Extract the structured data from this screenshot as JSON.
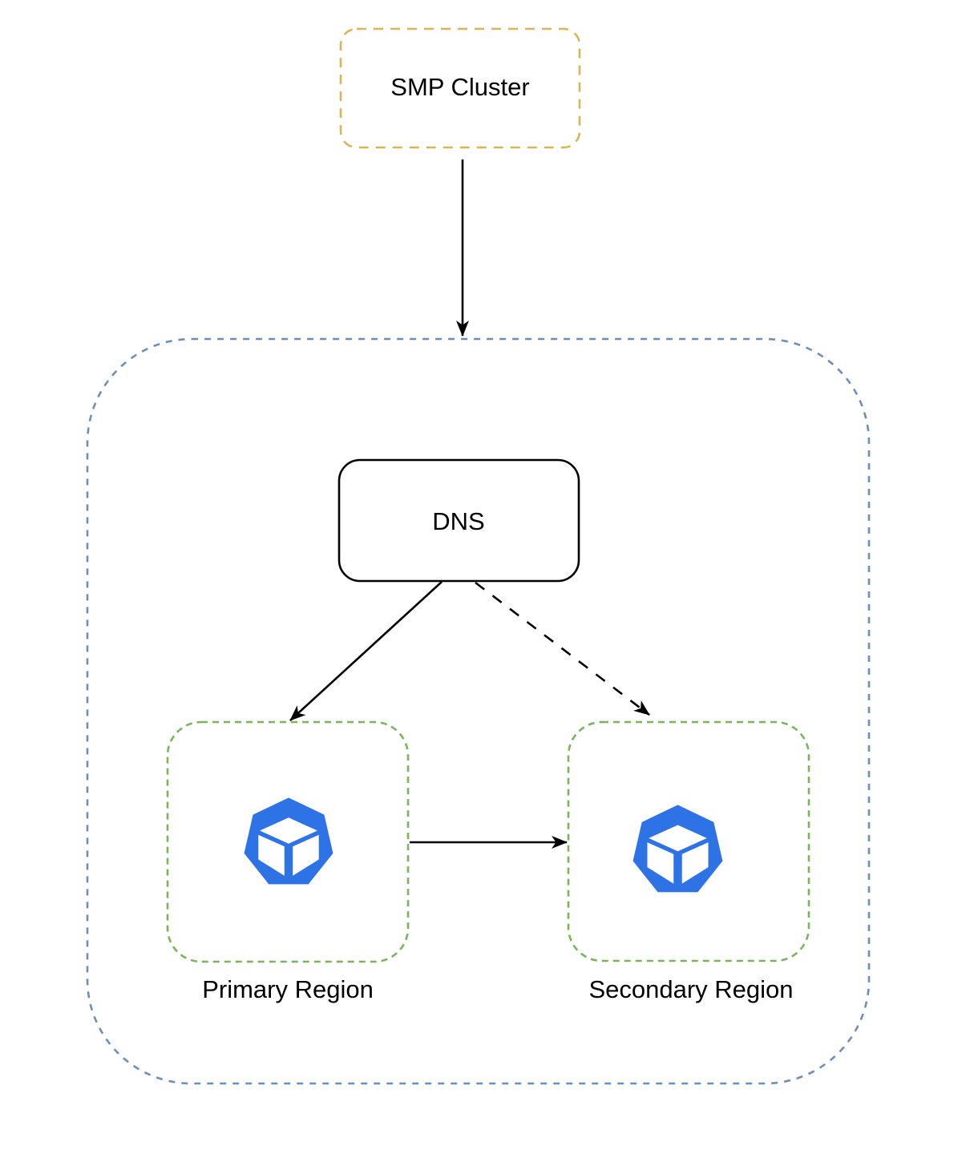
{
  "diagram": {
    "title": "DNS multi-region failover diagram",
    "nodes": {
      "smp_cluster": {
        "label": "SMP Cluster",
        "shape": "rounded-rect",
        "border_style": "dashed"
      },
      "dns_zone": {
        "label": "",
        "shape": "rounded-container",
        "border_style": "dashed"
      },
      "dns": {
        "label": "DNS",
        "shape": "rounded-rect",
        "border_style": "solid"
      },
      "primary_region": {
        "label": "Primary Region",
        "shape": "rounded-rect",
        "border_style": "dashed",
        "icon": "pod-icon"
      },
      "secondary_region": {
        "label": "Secondary Region",
        "shape": "rounded-rect",
        "border_style": "dashed",
        "icon": "pod-icon"
      }
    },
    "edges": [
      {
        "from": "smp_cluster",
        "to": "dns_zone",
        "style": "solid",
        "direction": "down"
      },
      {
        "from": "dns",
        "to": "primary_region",
        "style": "solid",
        "direction": "down-left"
      },
      {
        "from": "dns",
        "to": "secondary_region",
        "style": "dashed",
        "direction": "down-right"
      },
      {
        "from": "primary_region",
        "to": "secondary_region",
        "style": "solid",
        "direction": "right"
      }
    ],
    "colors": {
      "smp_border": "#D6B656",
      "container_border": "#6C8EBF",
      "region_border": "#78B55B",
      "dns_border": "#000000",
      "icon_blue": "#2E73E5",
      "arrow": "#000000",
      "text": "#000000",
      "background": "#FFFFFF"
    }
  }
}
